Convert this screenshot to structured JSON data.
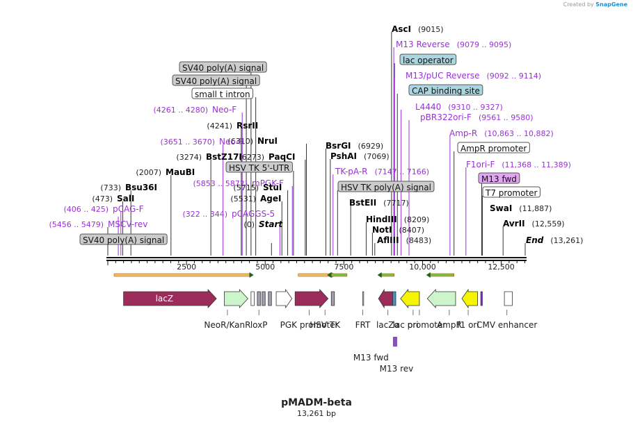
{
  "credit": {
    "prefix": "Created by",
    "brand": "SnapGene"
  },
  "plasmid": {
    "name": "pMADM-beta",
    "length_text": "13,261 bp",
    "length": 13261
  },
  "colors": {
    "feature_label": "#9b30d9",
    "site_label": "#000000",
    "line_site": "#333333",
    "line_feature": "#9b30d9"
  },
  "ruler_ticks": [
    "2500",
    "5000",
    "7500",
    "10,000",
    "12,500"
  ],
  "ruler_tick_values": [
    2500,
    5000,
    7500,
    10000,
    12500
  ],
  "sites": [
    {
      "name": "AscI",
      "pos": "(9015)",
      "bp": 9015,
      "kind": "site"
    },
    {
      "name": "M13 Reverse",
      "pos": "(9079 .. 9095)",
      "bp": 9087,
      "kind": "feature"
    },
    {
      "name": "lac operator",
      "pos": "",
      "bp": 9110,
      "kind": "box",
      "fill": "#a9d6e0"
    },
    {
      "name": "M13/pUC Reverse",
      "pos": "(9092 .. 9114)",
      "bp": 9103,
      "kind": "feature"
    },
    {
      "name": "CAP binding site",
      "pos": "",
      "bp": 9200,
      "kind": "box",
      "fill": "#a9d6e0"
    },
    {
      "name": "L4440",
      "pos": "(9310 .. 9327)",
      "bp": 9318,
      "kind": "feature"
    },
    {
      "name": "pBR322ori-F",
      "pos": "(9561 .. 9580)",
      "bp": 9570,
      "kind": "feature"
    },
    {
      "name": "Amp-R",
      "pos": "(10,863 .. 10,882)",
      "bp": 10872,
      "kind": "feature"
    },
    {
      "name": "AmpR promoter",
      "pos": "",
      "bp": 11000,
      "kind": "box",
      "fill": "#ffffff"
    },
    {
      "name": "F1ori-F",
      "pos": "(11,368 .. 11,389)",
      "bp": 11378,
      "kind": "feature"
    },
    {
      "name": "M13 fwd",
      "pos": "",
      "bp": 11880,
      "kind": "box",
      "fill": "#e0a8f0"
    },
    {
      "name": "T7 promoter",
      "pos": "",
      "bp": 11900,
      "kind": "box",
      "fill": "#ffffff"
    },
    {
      "name": "SwaI",
      "pos": "(11,887)",
      "bp": 11887,
      "kind": "site"
    },
    {
      "name": "AvrII",
      "pos": "(12,559)",
      "bp": 12559,
      "kind": "site"
    },
    {
      "name": "End",
      "pos": "(13,261)",
      "bp": 13261,
      "kind": "italic"
    },
    {
      "name": "SV40 poly(A) signal",
      "pos": "",
      "bp": 4550,
      "kind": "box",
      "fill": "#cccccc"
    },
    {
      "name": "SV40 poly(A) signal",
      "pos": "",
      "bp": 4400,
      "kind": "box",
      "fill": "#cccccc"
    },
    {
      "name": "small t intron",
      "pos": "",
      "bp": 4700,
      "kind": "box",
      "fill": "#ffffff"
    },
    {
      "name": "Neo-F",
      "pos": "(4261 .. 4280)",
      "bp": 4270,
      "kind": "feature",
      "left": true
    },
    {
      "name": "RsrII",
      "pos": "(4241)",
      "bp": 4241,
      "kind": "site",
      "left": true
    },
    {
      "name": "NruI",
      "pos": "(6310)",
      "bp": 6310,
      "kind": "site",
      "left": true
    },
    {
      "name": "Neo-R",
      "pos": "(3651 .. 3670)",
      "bp": 3660,
      "kind": "feature",
      "left": true
    },
    {
      "name": "PaqCI",
      "pos": "(6273)",
      "bp": 6273,
      "kind": "site",
      "left": true
    },
    {
      "name": "BstZ17I",
      "pos": "(3274)",
      "bp": 3274,
      "kind": "site",
      "left": true
    },
    {
      "name": "HSV TK 5'-UTR",
      "pos": "",
      "bp": 5900,
      "kind": "box",
      "fill": "#cccccc"
    },
    {
      "name": "MauBI",
      "pos": "(2007)",
      "bp": 2007,
      "kind": "site",
      "left": true
    },
    {
      "name": "mPGK-F",
      "pos": "(5853 .. 5872)",
      "bp": 5862,
      "kind": "feature",
      "left": true
    },
    {
      "name": "Bsu36I",
      "pos": "(733)",
      "bp": 733,
      "kind": "site",
      "left": true
    },
    {
      "name": "StuI",
      "pos": "(5715)",
      "bp": 5715,
      "kind": "site",
      "left": true
    },
    {
      "name": "SalI",
      "pos": "(473)",
      "bp": 473,
      "kind": "site",
      "left": true
    },
    {
      "name": "AgeI",
      "pos": "(5531)",
      "bp": 5531,
      "kind": "site",
      "left": true
    },
    {
      "name": "pCAG-F",
      "pos": "(406 .. 425)",
      "bp": 415,
      "kind": "feature",
      "left": true
    },
    {
      "name": "pCAGGS-5",
      "pos": "(322 .. 344)",
      "bp": 333,
      "kind": "feature",
      "left": true
    },
    {
      "name": "MSCV-rev",
      "pos": "(5456 .. 5479)",
      "bp": 5467,
      "kind": "feature",
      "left": true
    },
    {
      "name": "Start",
      "pos": "(0)",
      "bp": 0,
      "kind": "italic",
      "left": true
    },
    {
      "name": "SV40 poly(A) signal",
      "pos": "",
      "bp": 5200,
      "kind": "box",
      "fill": "#cccccc"
    },
    {
      "name": "BsrGI",
      "pos": "(6929)",
      "bp": 6929,
      "kind": "site"
    },
    {
      "name": "PshAI",
      "pos": "(7069)",
      "bp": 7069,
      "kind": "site"
    },
    {
      "name": "TK-pA-R",
      "pos": "(7147 .. 7166)",
      "bp": 7156,
      "kind": "feature"
    },
    {
      "name": "HSV TK poly(A) signal",
      "pos": "",
      "bp": 7300,
      "kind": "box",
      "fill": "#cccccc"
    },
    {
      "name": "BstEII",
      "pos": "(7717)",
      "bp": 7717,
      "kind": "site"
    },
    {
      "name": "HindIII",
      "pos": "(8209)",
      "bp": 8209,
      "kind": "site"
    },
    {
      "name": "NotI",
      "pos": "(8407)",
      "bp": 8407,
      "kind": "site"
    },
    {
      "name": "AflIII",
      "pos": "(8483)",
      "bp": 8483,
      "kind": "site"
    }
  ],
  "feature_labels": [
    {
      "text": "NeoR/KanR",
      "bp": 3800
    },
    {
      "text": "loxP",
      "bp": 4800
    },
    {
      "text": "PGK promoter",
      "bp": 6400
    },
    {
      "text": "HSV TK",
      "bp": 6900
    },
    {
      "text": "FRT",
      "bp": 8100
    },
    {
      "text": "lacZα",
      "bp": 8900
    },
    {
      "text": "ori",
      "bp": 9700
    },
    {
      "text": "lac promoter",
      "bp": 9900
    },
    {
      "text": "AmpR",
      "bp": 10850
    },
    {
      "text": "f1 ori",
      "bp": 11450
    },
    {
      "text": "CMV enhancer",
      "bp": 12680
    }
  ],
  "features": [
    {
      "name": "lacZ",
      "start": 500,
      "end": 3450,
      "dir": "right",
      "color": "#9c2d5a",
      "label": "lacZ"
    },
    {
      "name": "NeoR/KanR",
      "start": 3700,
      "end": 4450,
      "dir": "right",
      "color": "#ccf5cc"
    },
    {
      "name": "loxP",
      "start": 4550,
      "end": 4650,
      "dir": "none",
      "color": "#ffffff"
    },
    {
      "name": "small-box-1",
      "start": 4750,
      "end": 4850,
      "dir": "none",
      "color": "#a0a0b0"
    },
    {
      "name": "small-box-2",
      "start": 4900,
      "end": 5000,
      "dir": "none",
      "color": "#a0a0b0"
    },
    {
      "name": "small-box-3",
      "start": 5100,
      "end": 5200,
      "dir": "none",
      "color": "#a0a0b0"
    },
    {
      "name": "PGK promoter",
      "start": 5350,
      "end": 5850,
      "dir": "right",
      "color": "#ffffff"
    },
    {
      "name": "HSV TK",
      "start": 5950,
      "end": 7000,
      "dir": "right",
      "color": "#9c2d5a"
    },
    {
      "name": "HSV-TK-polyA",
      "start": 7100,
      "end": 7200,
      "dir": "none",
      "color": "#a0a0b0"
    },
    {
      "name": "FRT",
      "start": 8100,
      "end": 8130,
      "dir": "none",
      "color": "#ffffff"
    },
    {
      "name": "lacZα",
      "start": 8600,
      "end": 9050,
      "dir": "left",
      "color": "#9c2d5a"
    },
    {
      "name": "lac promoter",
      "start": 9050,
      "end": 9150,
      "dir": "none",
      "color": "#4a90c0"
    },
    {
      "name": "ori",
      "start": 9300,
      "end": 9900,
      "dir": "left",
      "color": "#f5f500"
    },
    {
      "name": "AmpR",
      "start": 10150,
      "end": 11050,
      "dir": "left",
      "color": "#ccf5cc"
    },
    {
      "name": "f1 ori",
      "start": 11250,
      "end": 11750,
      "dir": "left",
      "color": "#f5f500"
    },
    {
      "name": "M13-fwd-tick",
      "start": 11850,
      "end": 11900,
      "dir": "none",
      "color": "#8a2fc4"
    },
    {
      "name": "CMV enhancer",
      "start": 12600,
      "end": 12850,
      "dir": "none",
      "color": "#ffffff"
    }
  ],
  "primers": [
    {
      "name": "M13 fwd",
      "start": 8990,
      "end": 9130
    },
    {
      "name": "M13 rev",
      "start": 9060,
      "end": 9130
    }
  ],
  "primer_labels": [
    {
      "text": "M13 fwd",
      "bp": 8450
    },
    {
      "text": "M13 rev",
      "bp": 8950
    }
  ],
  "orfs": [
    {
      "start": 200,
      "end": 4500,
      "dir": "right"
    },
    {
      "start": 6050,
      "end": 7100,
      "dir": "right"
    },
    {
      "start": 7100,
      "end": 7600,
      "dir": "left"
    },
    {
      "start": 8700,
      "end": 9100,
      "dir": "left"
    },
    {
      "start": 10250,
      "end": 11000,
      "dir": "left"
    }
  ]
}
